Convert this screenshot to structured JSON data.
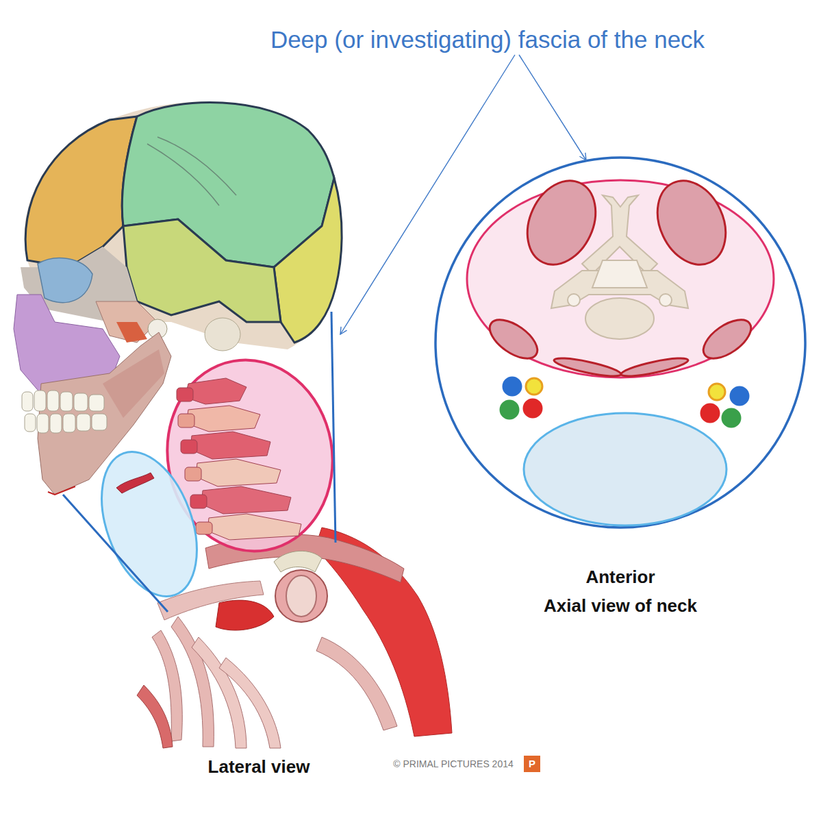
{
  "diagram": {
    "title": "Deep (or investigating) fascia of the neck",
    "labels": [
      "Anterior",
      "Axial view of neck",
      "Lateral view",
      "© PRIMAL PICTURES 2014",
      "P"
    ]
  }
}
